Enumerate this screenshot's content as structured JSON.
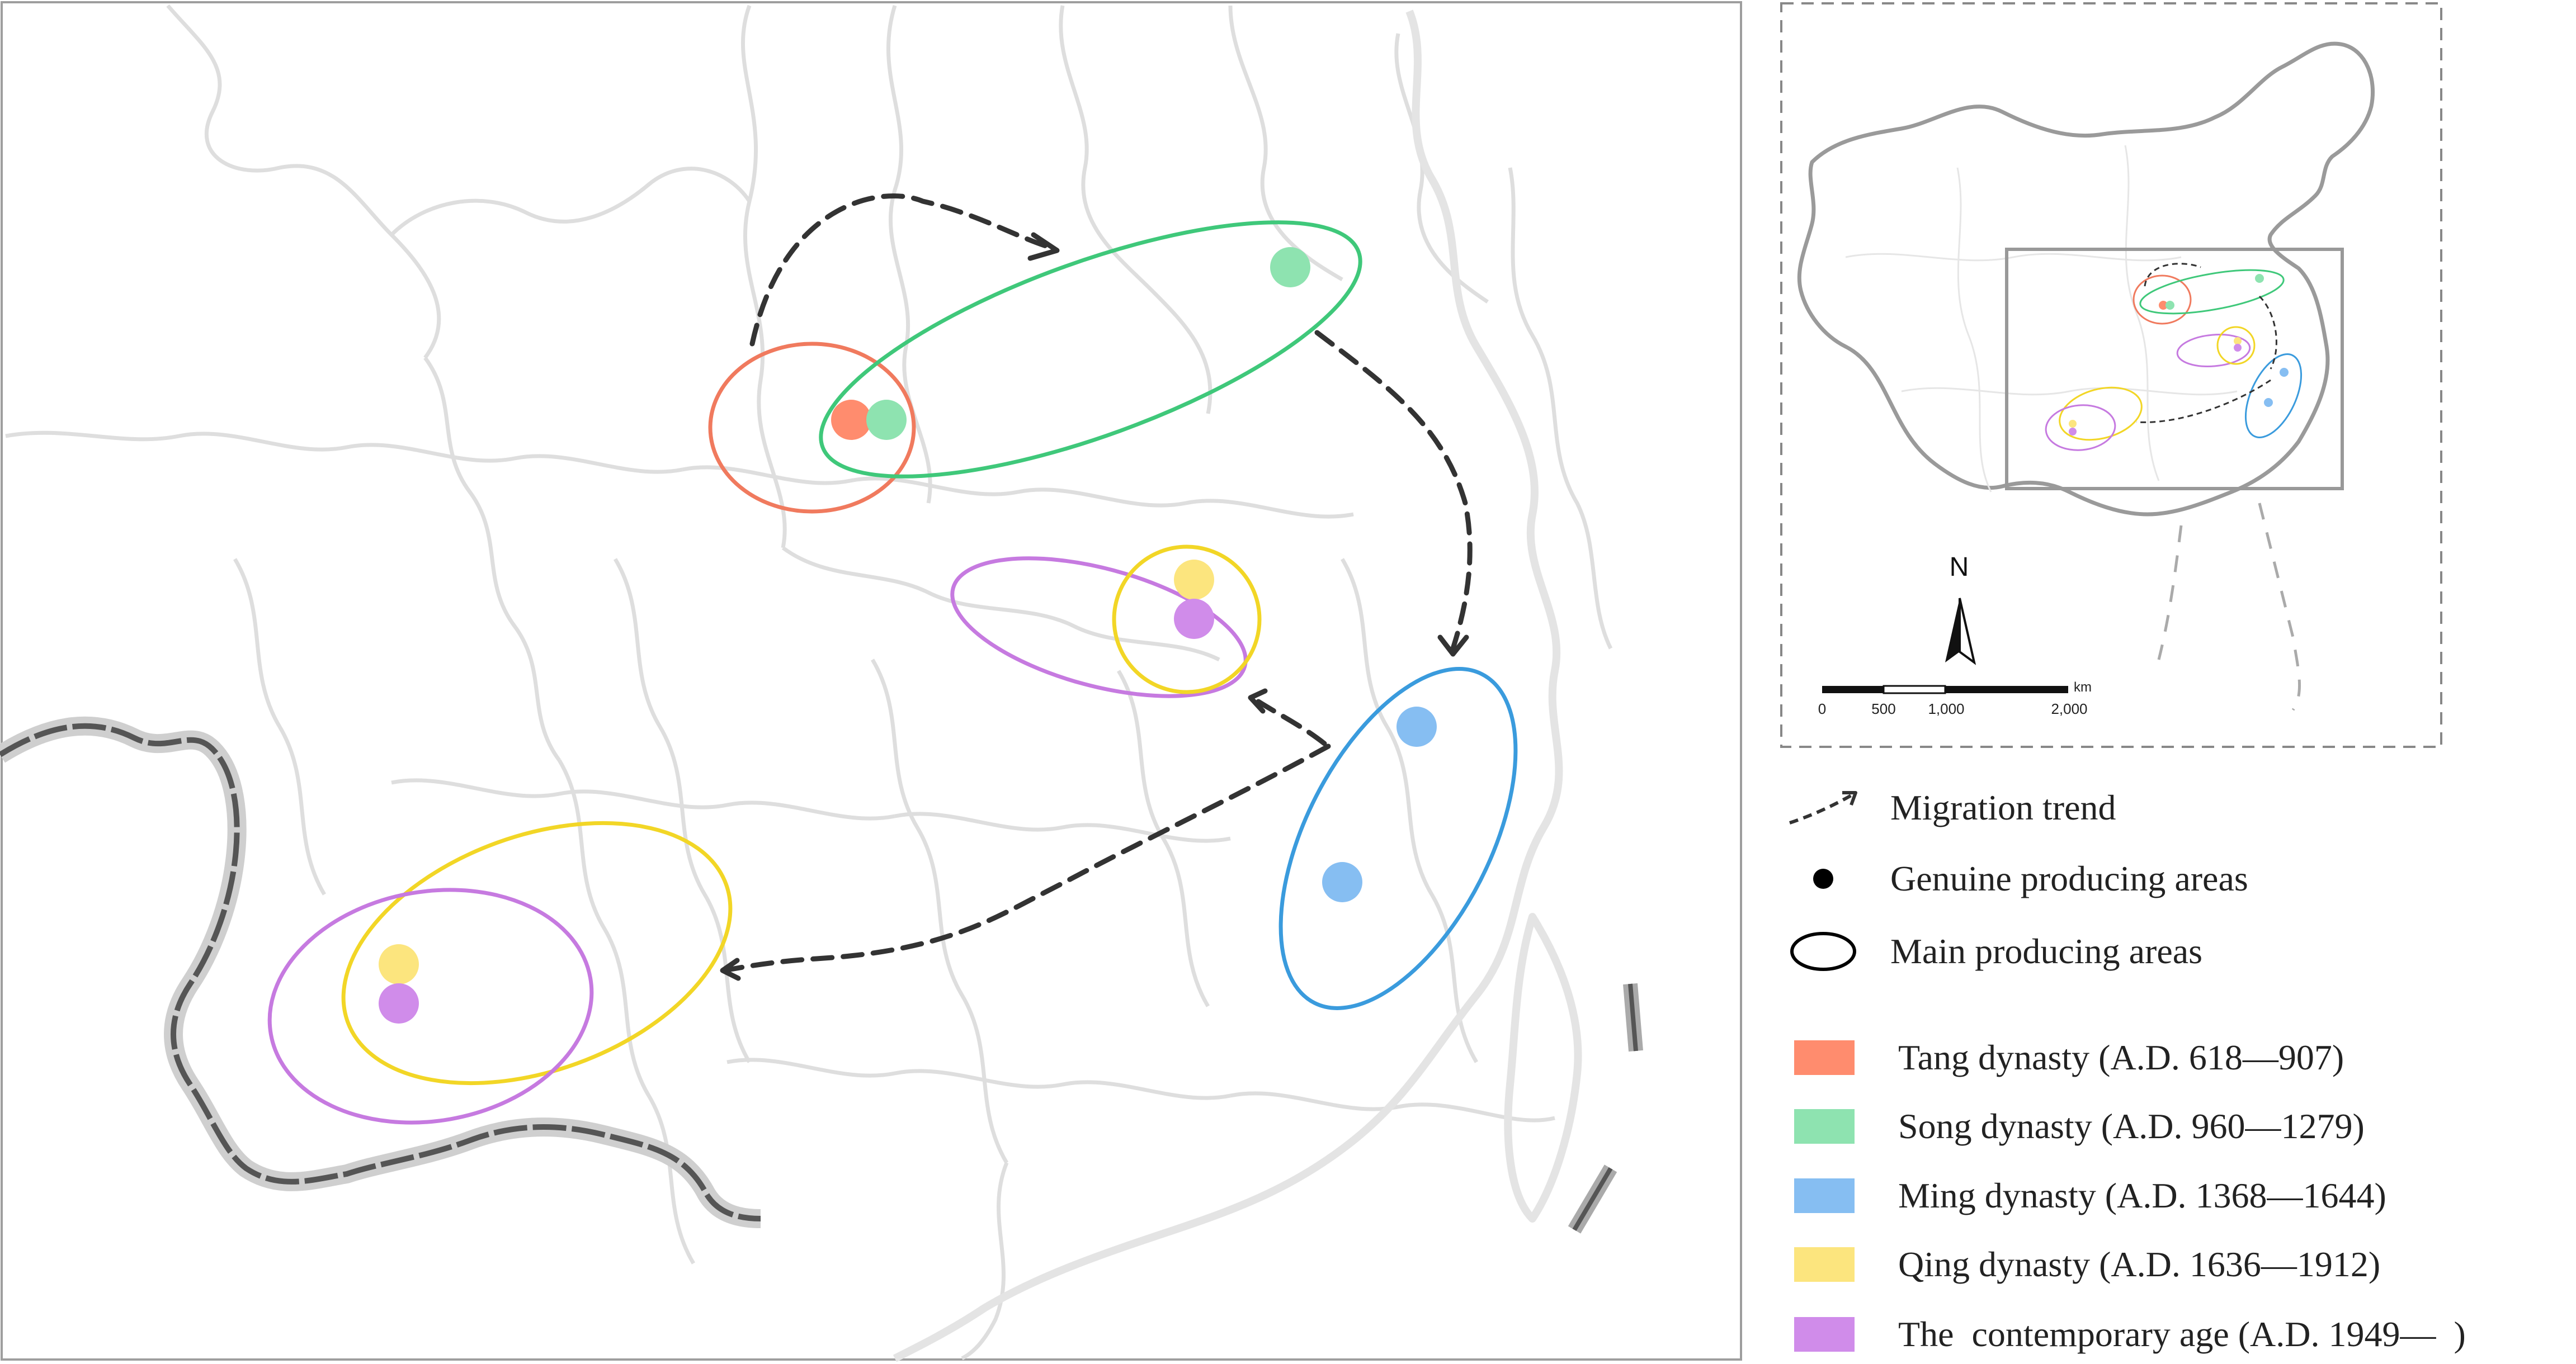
{
  "legend": {
    "symbols": [
      {
        "icon": "dashed-arrow-icon",
        "label": "Migration trend"
      },
      {
        "icon": "filled-dot-icon",
        "label": "Genuine producing areas"
      },
      {
        "icon": "ellipse-outline-icon",
        "label": "Main producing areas"
      }
    ],
    "periods": [
      {
        "label": "Tang dynasty (A.D. 618—907)",
        "color": "#FF8C6E"
      },
      {
        "label": "Song dynasty (A.D. 960—1279)",
        "color": "#8EE3B0"
      },
      {
        "label": "Ming dynasty (A.D. 1368—1644)",
        "color": "#86BEF2"
      },
      {
        "label": "Qing dynasty (A.D. 1636—1912)",
        "color": "#FCE57E"
      },
      {
        "label": "The  contemporary age (A.D. 1949—  )",
        "color": "#D08CEA"
      }
    ]
  },
  "inset": {
    "north_label": "N",
    "scale_unit": "km",
    "scale_ticks": [
      "0",
      "500",
      "1,000",
      "2,000"
    ]
  },
  "colors": {
    "tang_outline": "#F07A5E",
    "song_outline": "#3FC87A",
    "ming_outline": "#3A9BDD",
    "qing_outline": "#F2D626",
    "contemporary_outline": "#C67AE0",
    "arrow": "#333333",
    "boundary": "#DEDEDE"
  }
}
